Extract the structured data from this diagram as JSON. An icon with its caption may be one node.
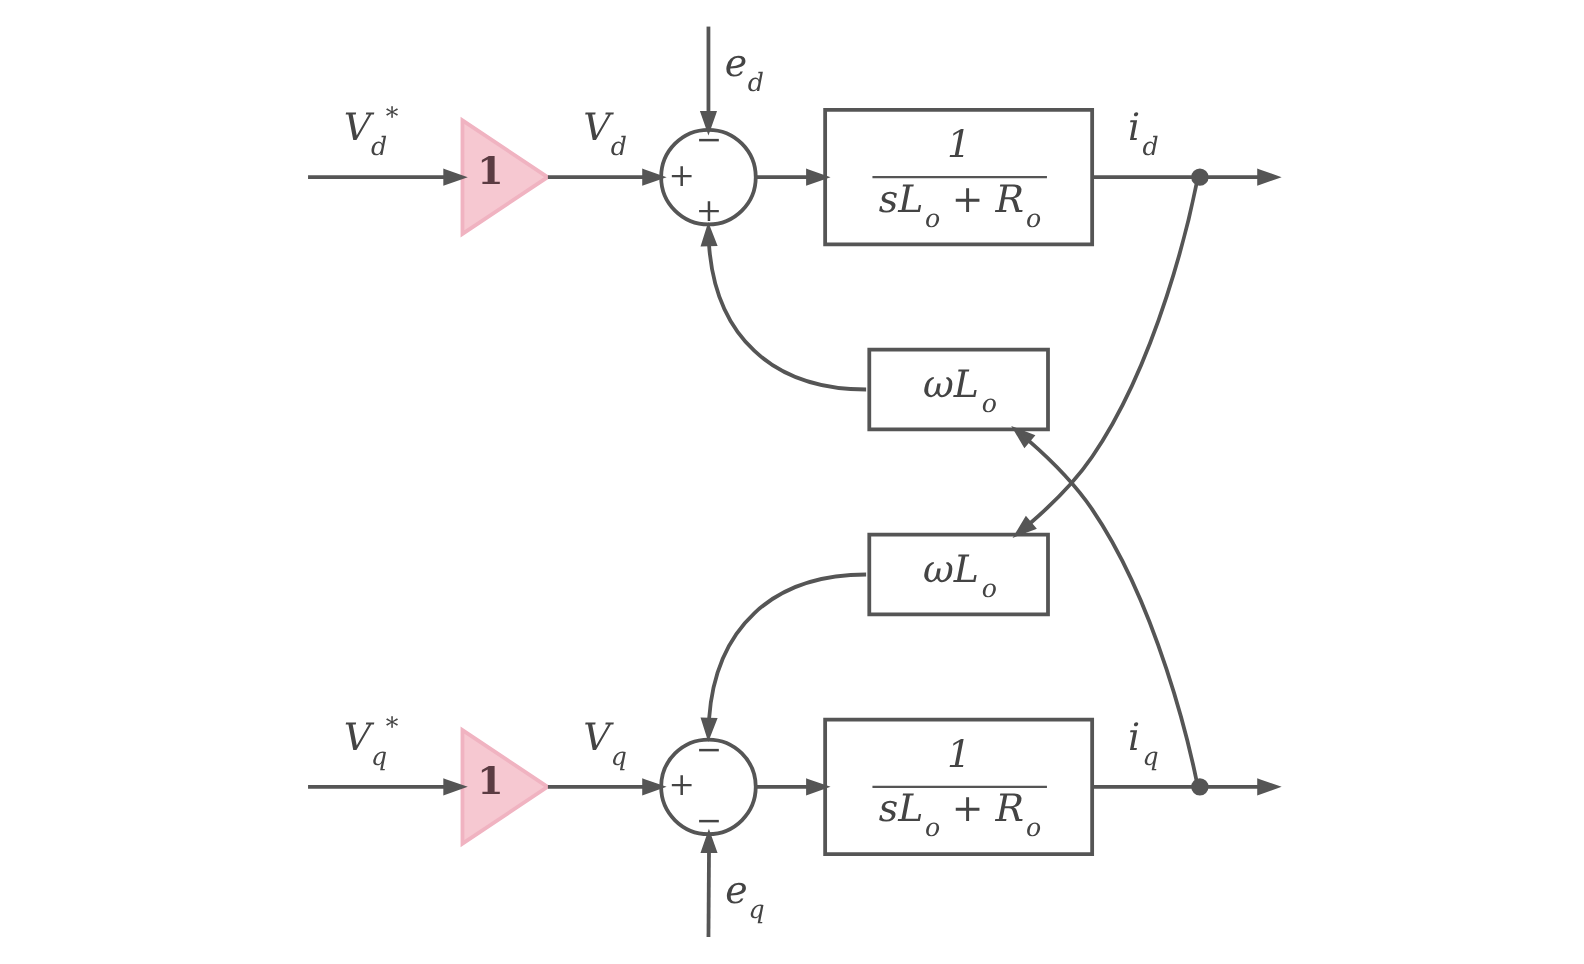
{
  "diagram": {
    "nodes": [
      {
        "text": [
          "1"
        ]
      },
      {
        "text": [
          "−",
          "+",
          "+"
        ]
      },
      {
        "text": [
          "1",
          "sL$_{o}$ + R$_{o}$"
        ]
      },
      {
        "text": [],
        "shape": "dot"
      },
      {
        "text": [
          "ωL$_{o}$"
        ]
      },
      {
        "text": [
          "ωL$_{o}$"
        ]
      },
      {
        "text": [
          "1"
        ]
      },
      {
        "text": [
          "−",
          "+",
          "−"
        ]
      },
      {
        "text": [
          "1",
          "sL$_{o}$ + R$_{o}$"
        ]
      },
      {
        "text": [],
        "shape": "dot"
      }
    ],
    "edges": [
      {
        "from": null,
        "to": 0,
        "arrow": "to",
        "label": "V$_{d}$$^{*}$"
      },
      {
        "from": 0,
        "to": 1,
        "arrow": "to",
        "label": "V$_{d}$"
      },
      {
        "from": null,
        "to": 1,
        "arrow": "to",
        "label": "e$_{d}$"
      },
      {
        "from": 1,
        "to": 2,
        "arrow": "to"
      },
      {
        "from": 2,
        "to": 3,
        "arrow": "none",
        "label": "i$_{d}$"
      },
      {
        "from": 3,
        "to": null,
        "arrow": "to"
      },
      {
        "from": 3,
        "to": 5,
        "arrow": "to"
      },
      {
        "from": 4,
        "to": 1,
        "arrow": "to"
      },
      {
        "from": 9,
        "to": 4,
        "arrow": "to"
      },
      {
        "from": 5,
        "to": 7,
        "arrow": "to"
      },
      {
        "from": null,
        "to": 6,
        "arrow": "to",
        "label": "V$_{q}$$^{*}$"
      },
      {
        "from": 6,
        "to": 7,
        "arrow": "to",
        "label": "V$_{q}$"
      },
      {
        "from": null,
        "to": 7,
        "arrow": "to",
        "label": "e$_{q}$"
      },
      {
        "from": 7,
        "to": 8,
        "arrow": "to"
      },
      {
        "from": 8,
        "to": 9,
        "arrow": "none",
        "label": "i$_{q}$"
      },
      {
        "from": 9,
        "to": null,
        "arrow": "to"
      }
    ]
  }
}
